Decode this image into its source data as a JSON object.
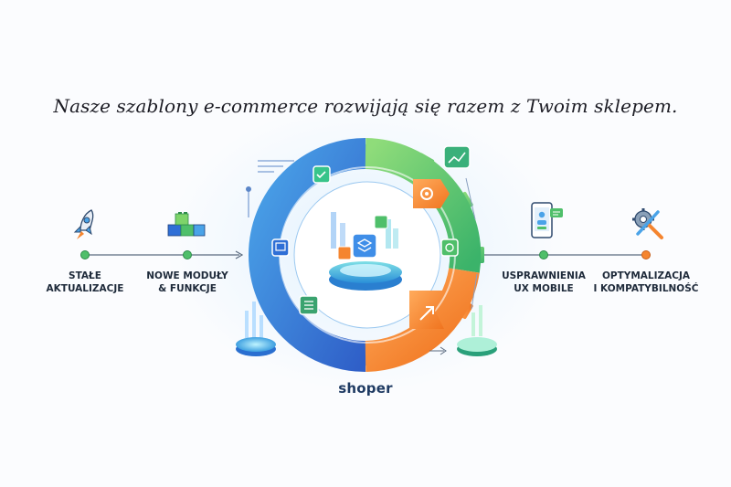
{
  "headline": "Nasze szablony e-commerce rozwijają się razem z Twoim sklepem.",
  "steps": [
    {
      "line1": "STAŁE",
      "line2": "AKTUALIZACJE",
      "icon": "rocket-icon"
    },
    {
      "line1": "NOWE MODUŁY",
      "line2": "& FUNKCJE",
      "icon": "building-blocks-icon"
    },
    {
      "line1": "USPRAWNIENIA",
      "line2": "UX MOBILE",
      "icon": "smartphone-icon"
    },
    {
      "line1": "OPTYMALIZACJA",
      "line2": "I KOMPATYBILNOŚĆ",
      "icon": "wrench-gear-icon"
    }
  ],
  "brand": "shoper",
  "colors": {
    "blue": "#2f6fd6",
    "light_blue": "#4aa3e8",
    "green": "#4fbf6a",
    "orange": "#f5852f",
    "teal": "#3ec5c9",
    "dark_text": "#1c1c24"
  }
}
